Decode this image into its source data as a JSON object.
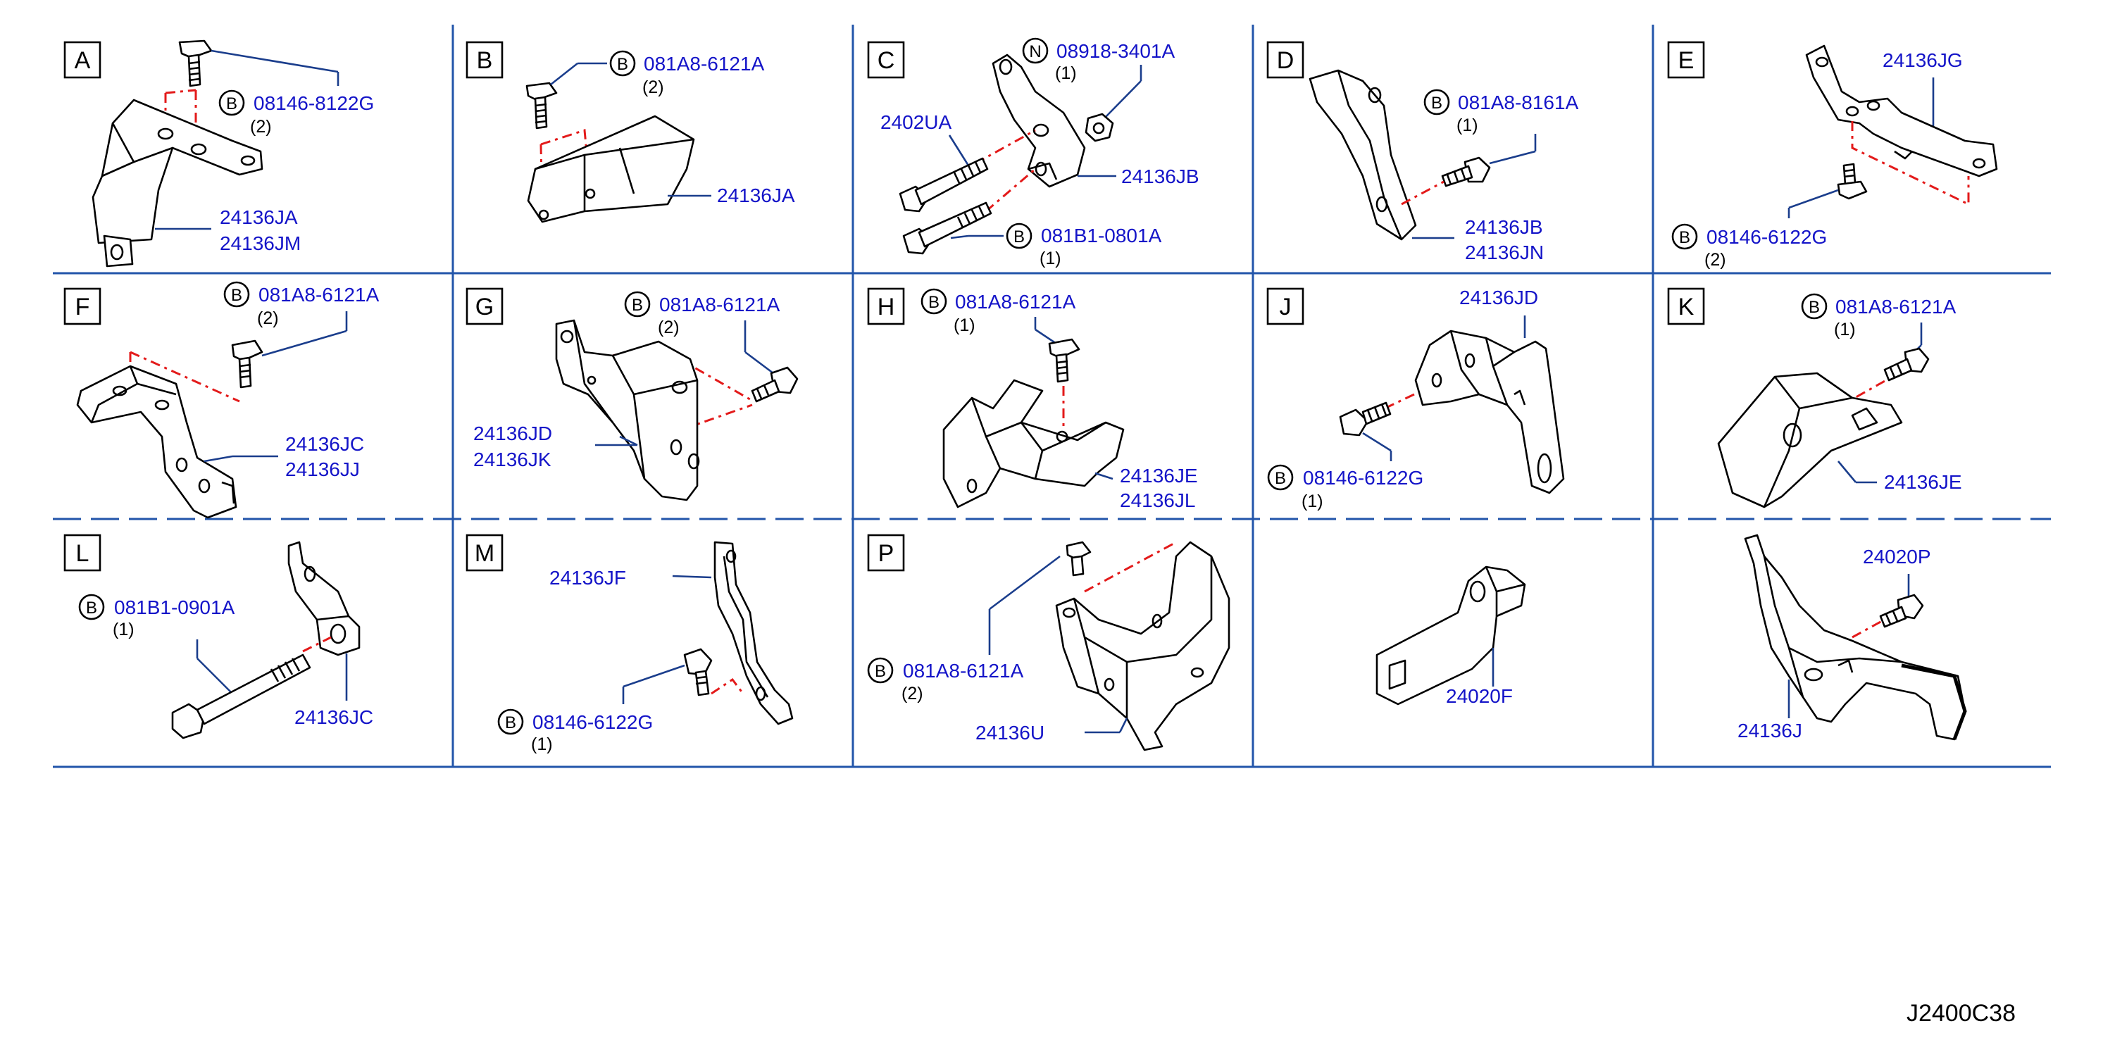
{
  "diagram_code": "J2400C38",
  "cells": {
    "A": {
      "letter": "A",
      "bolt": "08146-8122G",
      "bolt_prefix": "B",
      "bolt_qty": "(2)",
      "part1": "24136JA",
      "part2": "24136JM"
    },
    "B": {
      "letter": "B",
      "bolt": "081A8-6121A",
      "bolt_prefix": "B",
      "bolt_qty": "(2)",
      "part1": "24136JA"
    },
    "C": {
      "letter": "C",
      "nut": "08918-3401A",
      "nut_prefix": "N",
      "nut_qty": "(1)",
      "part1": "2402UA",
      "part2": "24136JB",
      "bolt": "081B1-0801A",
      "bolt_prefix": "B",
      "bolt_qty": "(1)"
    },
    "D": {
      "letter": "D",
      "bolt": "081A8-8161A",
      "bolt_prefix": "B",
      "bolt_qty": "(1)",
      "part1": "24136JB",
      "part2": "24136JN"
    },
    "E": {
      "letter": "E",
      "part1": "24136JG",
      "bolt": "08146-6122G",
      "bolt_prefix": "B",
      "bolt_qty": "(2)"
    },
    "F": {
      "letter": "F",
      "bolt": "081A8-6121A",
      "bolt_prefix": "B",
      "bolt_qty": "(2)",
      "part1": "24136JC",
      "part2": "24136JJ"
    },
    "G": {
      "letter": "G",
      "bolt": "081A8-6121A",
      "bolt_prefix": "B",
      "bolt_qty": "(2)",
      "part1": "24136JD",
      "part2": "24136JK"
    },
    "H": {
      "letter": "H",
      "bolt": "081A8-6121A",
      "bolt_prefix": "B",
      "bolt_qty": "(1)",
      "part1": "24136JE",
      "part2": "24136JL"
    },
    "J": {
      "letter": "J",
      "part1": "24136JD",
      "bolt": "08146-6122G",
      "bolt_prefix": "B",
      "bolt_qty": "(1)"
    },
    "K": {
      "letter": "K",
      "bolt": "081A8-6121A",
      "bolt_prefix": "B",
      "bolt_qty": "(1)",
      "part1": "24136JE"
    },
    "L": {
      "letter": "L",
      "bolt": "081B1-0901A",
      "bolt_prefix": "B",
      "bolt_qty": "(1)",
      "part1": "24136JC"
    },
    "M": {
      "letter": "M",
      "part1": "24136JF",
      "bolt": "08146-6122G",
      "bolt_prefix": "B",
      "bolt_qty": "(1)"
    },
    "P": {
      "letter": "P",
      "bolt": "081A8-6121A",
      "bolt_prefix": "B",
      "bolt_qty": "(2)",
      "part1": "24136U"
    },
    "Q": {
      "part1": "24020F"
    },
    "R": {
      "part1": "24020P",
      "part2": "24136J"
    }
  }
}
